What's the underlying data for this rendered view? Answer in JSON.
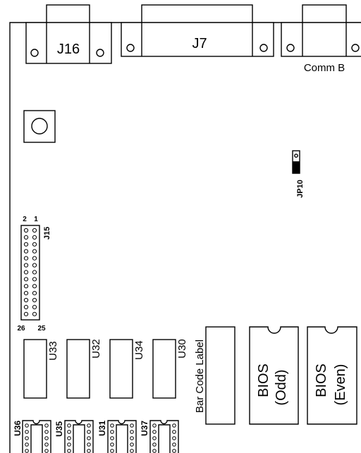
{
  "connectors": {
    "j16": "J16",
    "j7": "J7",
    "comm_b": "Comm B"
  },
  "jumpers": {
    "jp10": "JP10"
  },
  "header": {
    "name": "J15",
    "pin_top_left": "2",
    "pin_top_right": "1",
    "pin_bottom_left": "26",
    "pin_bottom_right": "25"
  },
  "chips": {
    "u33": "U33",
    "u32": "U32",
    "u34": "U34",
    "u30": "U30",
    "u36": "U36",
    "u35": "U35",
    "u31": "U31",
    "u37": "U37"
  },
  "labels": {
    "bar_code": "Bar Code Label",
    "bios_odd_line1": "BIOS",
    "bios_odd_line2": "(Odd)",
    "bios_even_line1": "BIOS",
    "bios_even_line2": "(Even)"
  }
}
